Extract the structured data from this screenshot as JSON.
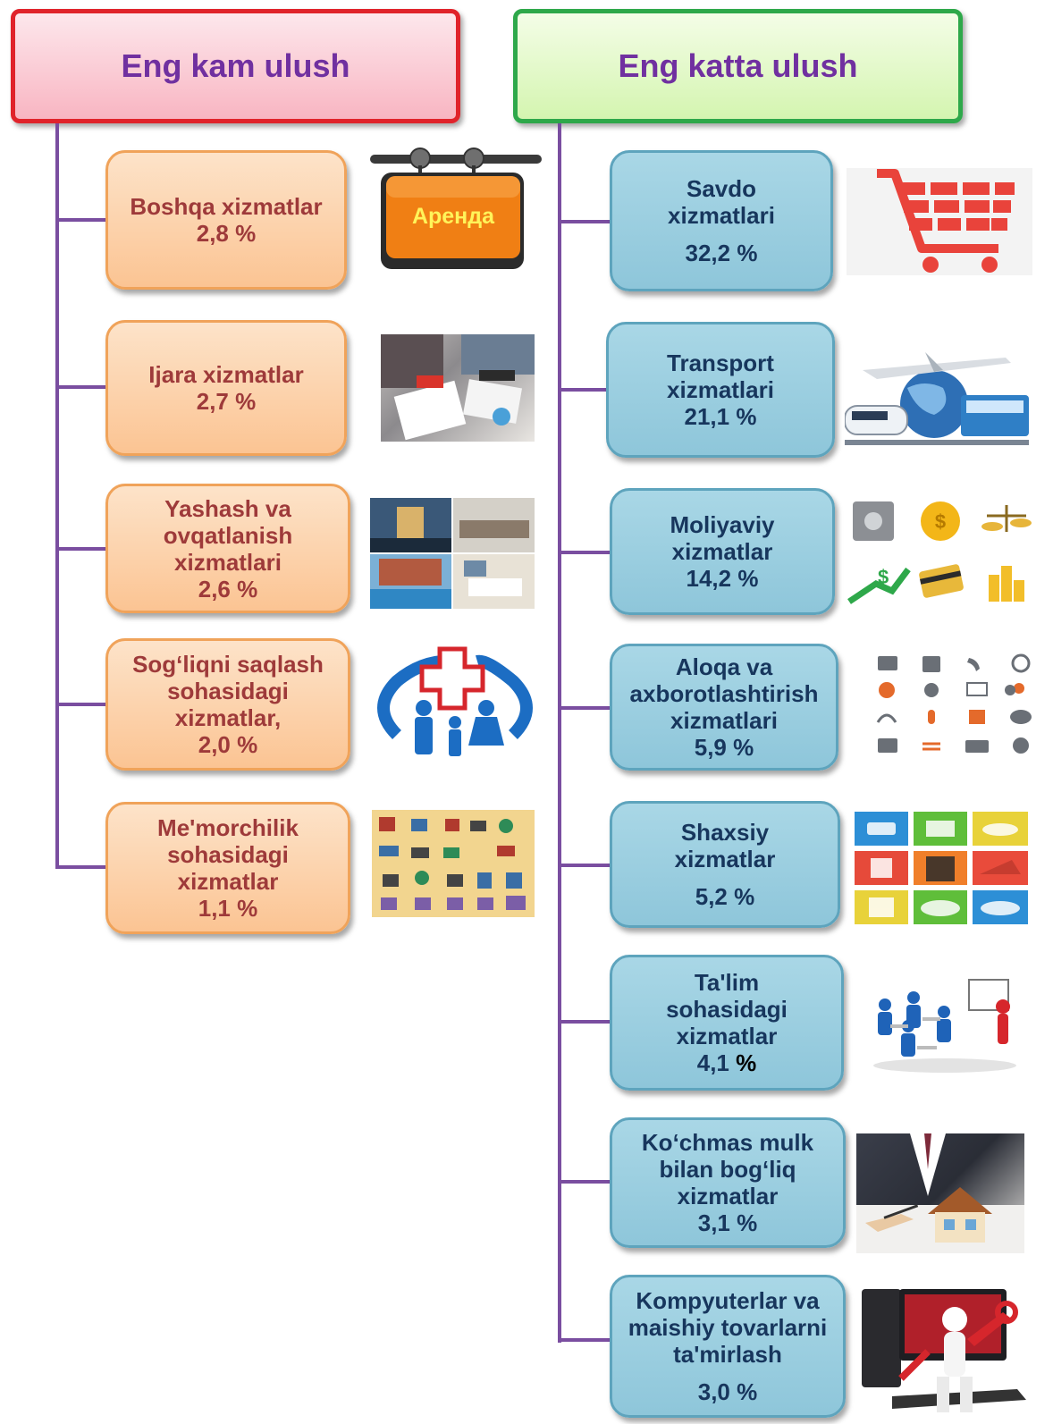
{
  "left_header": "Eng kam ulush",
  "right_header": "Eng katta ulush",
  "left_items": [
    {
      "lines": [
        "Boshqa xizmatlar"
      ],
      "value": "2,8 %",
      "image_label": "Аренда"
    },
    {
      "lines": [
        "Ijara xizmatlar"
      ],
      "value": "2,7 %"
    },
    {
      "lines": [
        "Yashash va",
        "ovqatlanish",
        "xizmatlari"
      ],
      "value": "2,6 %"
    },
    {
      "lines": [
        "Sog‘liqni saqlash",
        "sohasidagi",
        "xizmatlar,"
      ],
      "value": "2,0 %"
    },
    {
      "lines": [
        "Me'morchilik",
        "sohasidagi",
        "xizmatlar"
      ],
      "value": "1,1 %"
    }
  ],
  "right_items": [
    {
      "lines": [
        "Savdo",
        "xizmatlari"
      ],
      "value": "32,2 %"
    },
    {
      "lines": [
        "Transport",
        "xizmatlari"
      ],
      "value": "21,1 %"
    },
    {
      "lines": [
        "Moliyaviy",
        "xizmatlar"
      ],
      "value": "14,2 %"
    },
    {
      "lines": [
        "Aloqa va",
        "axborotlashtirish",
        "xizmatlari"
      ],
      "value": "5,9 %"
    },
    {
      "lines": [
        "Shaxsiy",
        "xizmatlar"
      ],
      "value": "5,2 %"
    },
    {
      "lines": [
        "Ta'lim",
        "sohasidagi",
        "xizmatlar"
      ],
      "value_num": "4,1",
      "value_sign": "%"
    },
    {
      "lines": [
        "Ko‘chmas mulk",
        "bilan bog‘liq",
        "xizmatlar"
      ],
      "value": "3,1 %"
    },
    {
      "lines": [
        "Kompyuterlar va",
        "maishiy tovarlarni",
        "ta'mirlash"
      ],
      "value": "3,0 %"
    }
  ],
  "colors": {
    "line": "#7a4ea0",
    "header_text": "#7030a0",
    "left_text": "#9e3a3a",
    "right_text": "#17365d"
  }
}
